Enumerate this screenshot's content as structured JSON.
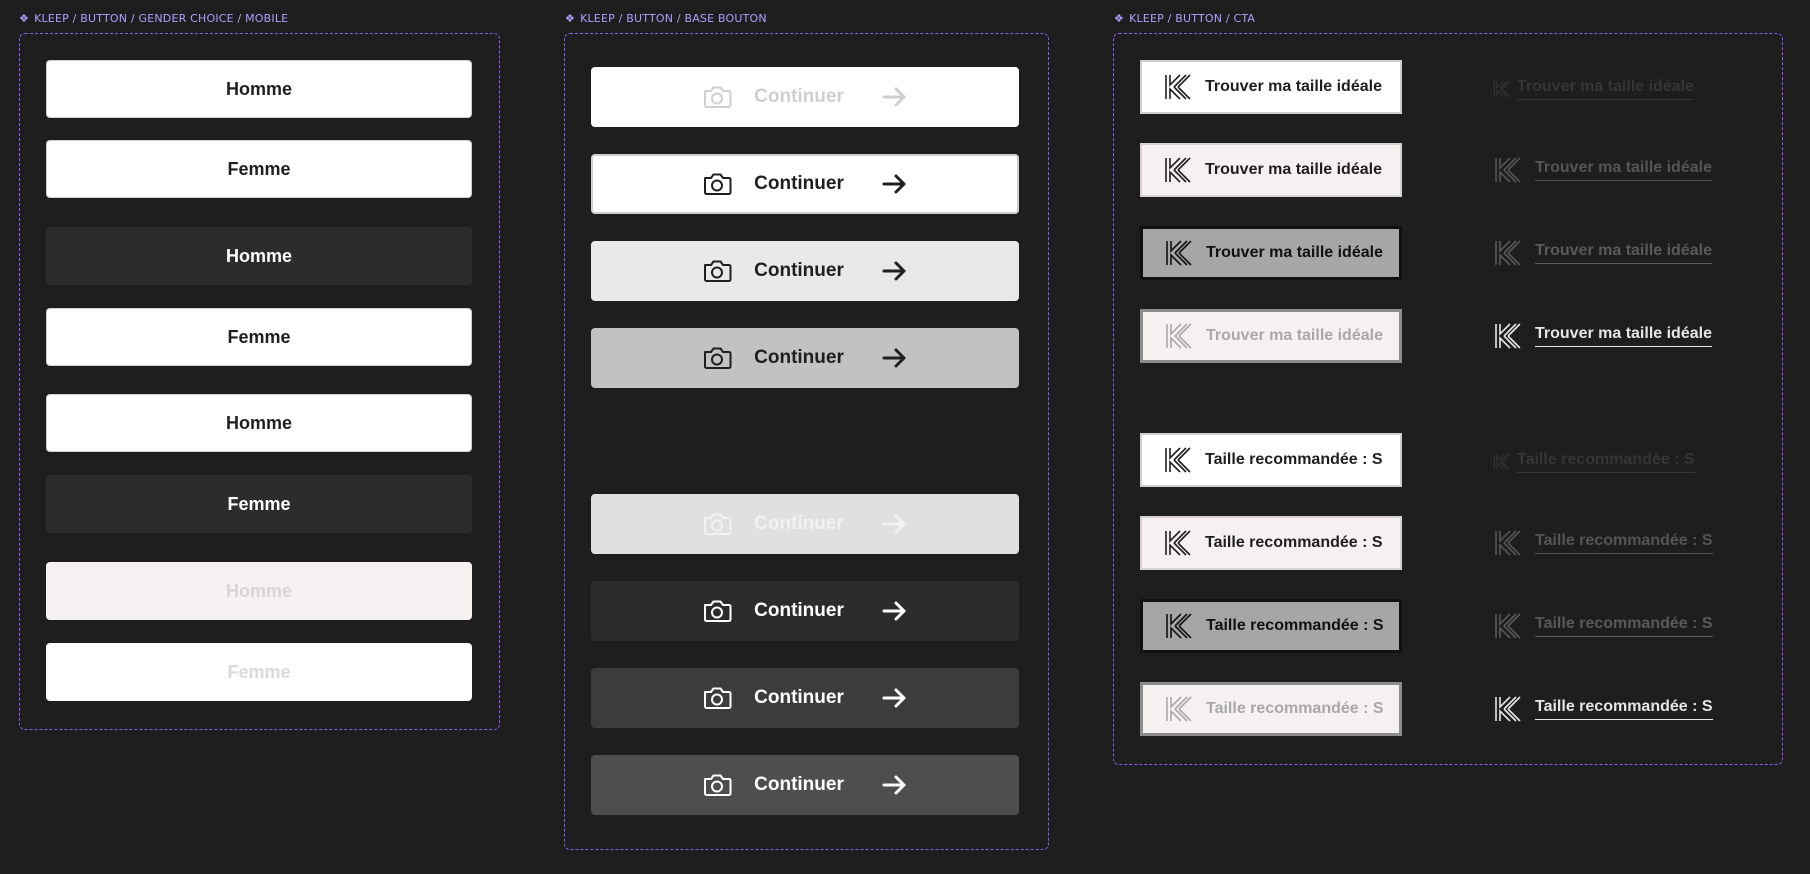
{
  "frames": {
    "gender": {
      "label": "KLEEP / BUTTON / GENDER CHOICE / MOBILE"
    },
    "base": {
      "label": "KLEEP / BUTTON / BASE BOUTON"
    },
    "cta": {
      "label": "KLEEP / BUTTON / CTA"
    }
  },
  "gender_buttons": [
    {
      "label": "Homme",
      "state": "default"
    },
    {
      "label": "Femme",
      "state": "default"
    },
    {
      "label": "Homme",
      "state": "selected"
    },
    {
      "label": "Femme",
      "state": "default"
    },
    {
      "label": "Homme",
      "state": "default"
    },
    {
      "label": "Femme",
      "state": "selected"
    },
    {
      "label": "Homme",
      "state": "disabled"
    },
    {
      "label": "Femme",
      "state": "disabled"
    }
  ],
  "base_buttons": [
    {
      "label": "Continuer",
      "icon_left": "camera-icon",
      "icon_right": "arrow-right-icon",
      "state": "disabled-light"
    },
    {
      "label": "Continuer",
      "icon_left": "camera-icon",
      "icon_right": "arrow-right-icon",
      "state": "default-light"
    },
    {
      "label": "Continuer",
      "icon_left": "camera-icon",
      "icon_right": "arrow-right-icon",
      "state": "hover-light"
    },
    {
      "label": "Continuer",
      "icon_left": "camera-icon",
      "icon_right": "arrow-right-icon",
      "state": "pressed-light"
    },
    {
      "label": "Continuer",
      "icon_left": "camera-icon",
      "icon_right": "arrow-right-icon",
      "state": "disabled-dark"
    },
    {
      "label": "Continuer",
      "icon_left": "camera-icon",
      "icon_right": "arrow-right-icon",
      "state": "default-dark"
    },
    {
      "label": "Continuer",
      "icon_left": "camera-icon",
      "icon_right": "arrow-right-icon",
      "state": "hover-dark"
    },
    {
      "label": "Continuer",
      "icon_left": "camera-icon",
      "icon_right": "arrow-right-icon",
      "state": "pressed-dark"
    }
  ],
  "cta_buttons": [
    {
      "label": "Trouver ma taille idéale",
      "icon": "kleep-logo-icon"
    },
    {
      "label": "Trouver ma taille idéale",
      "icon": "kleep-logo-icon"
    },
    {
      "label": "Trouver ma taille idéale",
      "icon": "kleep-logo-icon"
    },
    {
      "label": "Trouver ma taille idéale",
      "icon": "kleep-logo-icon"
    },
    {
      "label": "Taille recommandée : S",
      "icon": "kleep-logo-icon"
    },
    {
      "label": "Taille recommandée : S",
      "icon": "kleep-logo-icon"
    },
    {
      "label": "Taille recommandée : S",
      "icon": "kleep-logo-icon"
    },
    {
      "label": "Taille recommandée : S",
      "icon": "kleep-logo-icon"
    }
  ],
  "cta_links": [
    {
      "label": "Trouver ma taille idéale",
      "icon": "kleep-logo-icon"
    },
    {
      "label": "Trouver ma taille idéale",
      "icon": "kleep-logo-icon"
    },
    {
      "label": "Trouver ma taille idéale",
      "icon": "kleep-logo-icon"
    },
    {
      "label": "Trouver ma taille idéale",
      "icon": "kleep-logo-icon"
    },
    {
      "label": "Taille recommandée : S",
      "icon": "kleep-logo-icon"
    },
    {
      "label": "Taille recommandée : S",
      "icon": "kleep-logo-icon"
    },
    {
      "label": "Taille recommandée : S",
      "icon": "kleep-logo-icon"
    },
    {
      "label": "Taille recommandée : S",
      "icon": "kleep-logo-icon"
    }
  ],
  "colors": {
    "canvas": "#1e1e1e",
    "frame_border": "#8b5cf6",
    "frame_label": "#b39dff"
  }
}
